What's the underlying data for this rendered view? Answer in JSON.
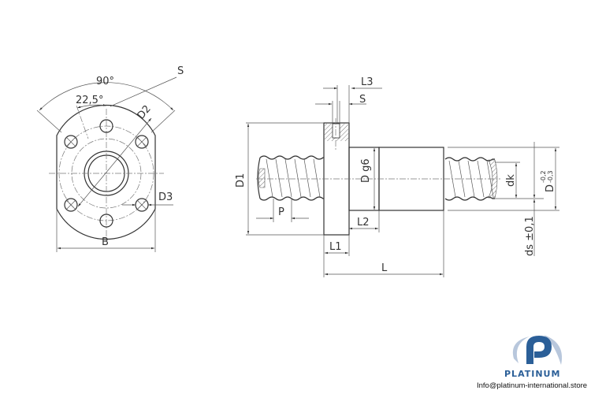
{
  "front_view": {
    "angle_90": "90°",
    "angle_22": "22,5°",
    "S": "S",
    "D2": "D2",
    "D3": "D3",
    "B": "B"
  },
  "side_view": {
    "L3": "L3",
    "S": "S",
    "D1": "D1",
    "Dg6": "D g6",
    "P": "P",
    "L2": "L2",
    "L1": "L1",
    "L": "L",
    "dk": "dk",
    "D": "D",
    "tol_upper": "-0,2",
    "tol_lower": "-0,3",
    "ds": "ds ±0,1"
  },
  "logo": {
    "name": "PLATINUM",
    "email": "Info@platinum-international.store",
    "color": "#2b5f98"
  }
}
